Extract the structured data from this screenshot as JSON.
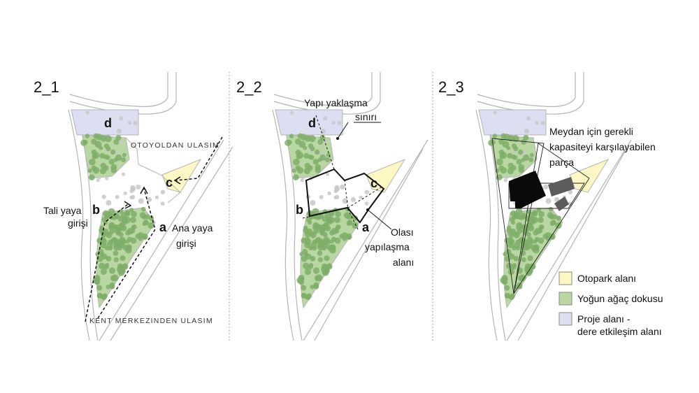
{
  "colors": {
    "parking": "#fdf7c3",
    "trees_fill": "#b9d7a2",
    "trees_dot": "#7fae68",
    "project": "#dcdff2",
    "gray_dot": "#c8c8c8",
    "outline": "#b5b5b5",
    "build_black": "#0a0a0a",
    "build_gray": "#5c5c5c"
  },
  "panels": [
    {
      "title": "2_1",
      "letters": {
        "d": "d",
        "c": "c",
        "b": "b",
        "a": "a"
      },
      "annotations": {
        "road_top": "OTOYOLDAN ULASIM",
        "road_bottom": "KENT MERKEZINDEN ULASIM",
        "tali_1": "Tali yaya",
        "tali_2": "girişi",
        "ana_1": "Ana yaya",
        "ana_2": "girişi"
      }
    },
    {
      "title": "2_2",
      "letters": {
        "d": "d",
        "c": "c",
        "b": "b",
        "a": "a"
      },
      "annotations": {
        "yapi_1": "Yapı yaklaşma",
        "yapi_2": "sınırı",
        "olasi_1": "Olası",
        "olasi_2": "yapılaşma",
        "olasi_3": "alanı"
      }
    },
    {
      "title": "2_3",
      "annotations": {
        "meydan_1": "Meydan için gerekli",
        "meydan_2": "kapasiteyi karşılayabilen",
        "meydan_3": "parça"
      }
    }
  ],
  "legend": [
    {
      "label": "Otopark alanı",
      "color": "#fdf7c3"
    },
    {
      "label": "Yoğun ağaç dokusu",
      "color": "#b9d7a2"
    },
    {
      "label": "Proje alanı -",
      "label2": "dere etkileşim alanı",
      "color": "#dcdff2"
    }
  ]
}
